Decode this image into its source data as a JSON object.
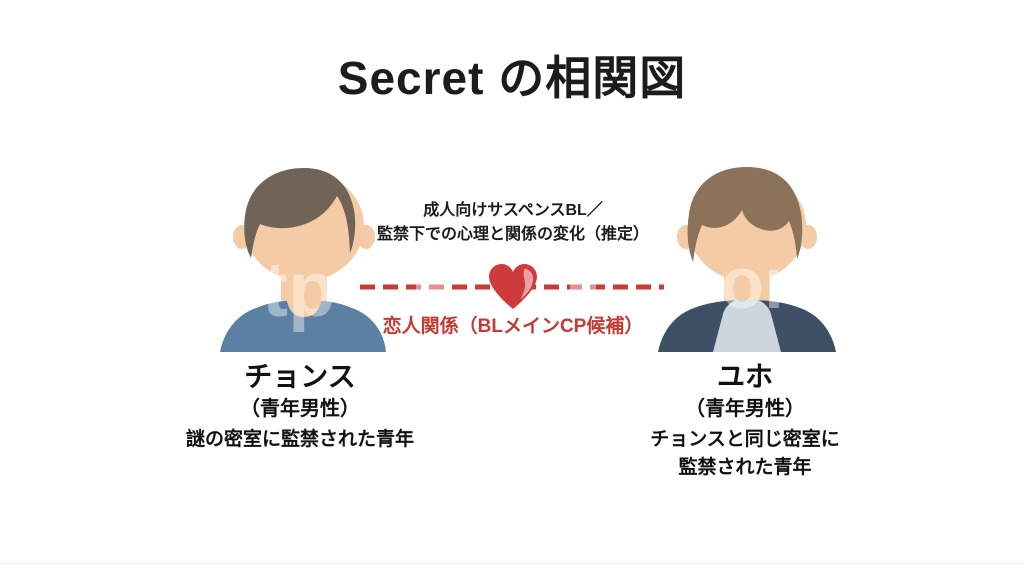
{
  "page": {
    "title": "Secret の相関図",
    "background_color": "#ffffff"
  },
  "relationship": {
    "annotation_lines": [
      "成人向けサスペンスBL／",
      "監禁下での心理と関係の変化（推定）"
    ],
    "label": "恋人関係（BLメインCP候補）",
    "label_color": "#c43a34",
    "line_style": "dashed",
    "line_color": "#cc3a36",
    "heart_color": "#cf3b3c",
    "heart_highlight_color": "#e8a3a1"
  },
  "characters": [
    {
      "name": "チョンス",
      "attribute": "（青年男性）",
      "description_lines": [
        "謎の密室に監禁された青年"
      ],
      "avatar": "young-man-blue-shirt",
      "colors": {
        "hair": "#6f6455",
        "skin": "#f4cba4",
        "top": "#5b80a1"
      }
    },
    {
      "name": "ユホ",
      "attribute": "（青年男性）",
      "description_lines": [
        "チョンスと同じ密室に",
        "監禁された青年"
      ],
      "avatar": "young-man-navy-jacket",
      "colors": {
        "hair": "#8b7258",
        "skin": "#f4cba4",
        "jacket": "#3e5066",
        "shirt": "#ccd6dc"
      }
    }
  ],
  "watermark": {
    "fragments": [
      "tp",
      "or"
    ]
  }
}
